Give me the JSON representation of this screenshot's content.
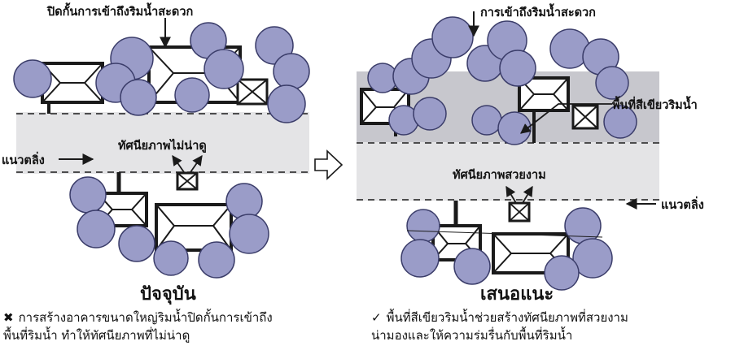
{
  "colors": {
    "tree_fill": "#9a9cc8",
    "tree_stroke": "#3b3d6a",
    "canal_fill": "#e4e4e6",
    "green_zone": "#c7c7cd",
    "building_fill": "#ffffff",
    "ink": "#1a1a1a"
  },
  "icons": {
    "transition": "hollow-right-arrow-icon",
    "cross_mark": "cross-mark-icon",
    "check_mark": "check-mark-icon"
  },
  "current": {
    "label_blocked_access": "ปิดกั้นการเข้าถึงริมน้ำสะดวก",
    "label_view": "ทัศนียภาพไม่น่าดู",
    "label_shoreline": "แนวตลิ่ง",
    "caption": "ปัจจุบัน",
    "mark": "✖",
    "desc_line1": "การสร้างอาคารขนาดใหญ่ริมน้ำปิดกั้นการเข้าถึง",
    "desc_line2": "พื้นที่ริมน้ำ ทำให้ทัศนียภาพที่ไม่น่าดู"
  },
  "proposed": {
    "label_access": "การเข้าถึงริมน้ำสะดวก",
    "label_green": "พื้นที่สีเขียวริมน้ำ",
    "label_view": "ทัศนียภาพสวยงาม",
    "label_shoreline": "แนวตลิ่ง",
    "caption": "เสนอแนะ",
    "mark": "✓",
    "desc_line1": "พื้นที่สีเขียวริมน้ำช่วยสร้างทัศนียภาพที่สวยงาม",
    "desc_line2": "น่ามองและให้ความร่มรื่นกับพื้นที่ริมน้ำ"
  }
}
